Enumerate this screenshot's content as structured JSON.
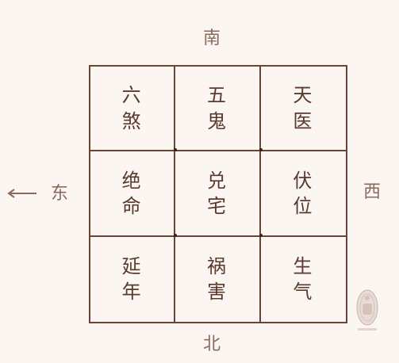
{
  "directions": {
    "south": "南",
    "north": "北",
    "east": "东",
    "west": "西"
  },
  "grid": {
    "cells": [
      {
        "line1": "六",
        "line2": "煞"
      },
      {
        "line1": "五",
        "line2": "鬼"
      },
      {
        "line1": "天",
        "line2": "医"
      },
      {
        "line1": "绝",
        "line2": "命"
      },
      {
        "line1": "兑",
        "line2": "宅"
      },
      {
        "line1": "伏",
        "line2": "位"
      },
      {
        "line1": "延",
        "line2": "年"
      },
      {
        "line1": "祸",
        "line2": "害"
      },
      {
        "line1": "生",
        "line2": "气"
      }
    ]
  },
  "colors": {
    "background": "#fbf6f2",
    "line": "#6b4438",
    "text": "#5a3a2e",
    "direction_text": "#8a6a5e"
  }
}
